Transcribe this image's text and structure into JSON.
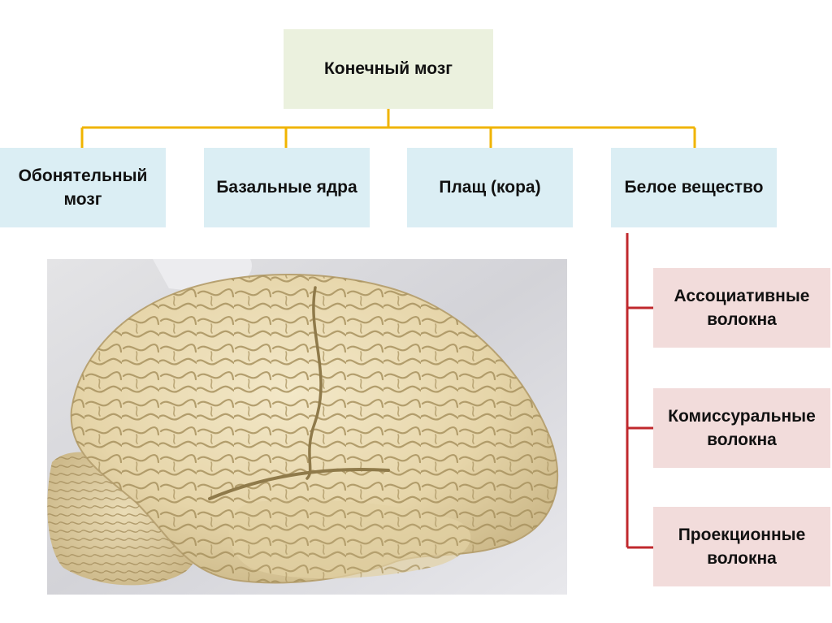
{
  "root": {
    "label": "Конечный мозг"
  },
  "categories": [
    {
      "lines": [
        "Обонятельный",
        "мозг"
      ]
    },
    {
      "lines": [
        "Базальные ядра"
      ]
    },
    {
      "lines": [
        "Плащ (кора)"
      ]
    },
    {
      "lines": [
        "Белое вещество"
      ]
    }
  ],
  "white_matter_children": [
    {
      "lines": [
        "Ассоциативные",
        "волокна"
      ]
    },
    {
      "lines": [
        "Комиссуральные",
        "волокна"
      ]
    },
    {
      "lines": [
        "Проекционные",
        "волокна"
      ]
    }
  ],
  "colors": {
    "root_fill": "#ebf1de",
    "category_fill": "#dbeef4",
    "fiber_fill": "#f2dcdb",
    "top_connector": "#f0b400",
    "fiber_connector": "#c0282d"
  },
  "image": {
    "subject": "human-brain-photo"
  }
}
